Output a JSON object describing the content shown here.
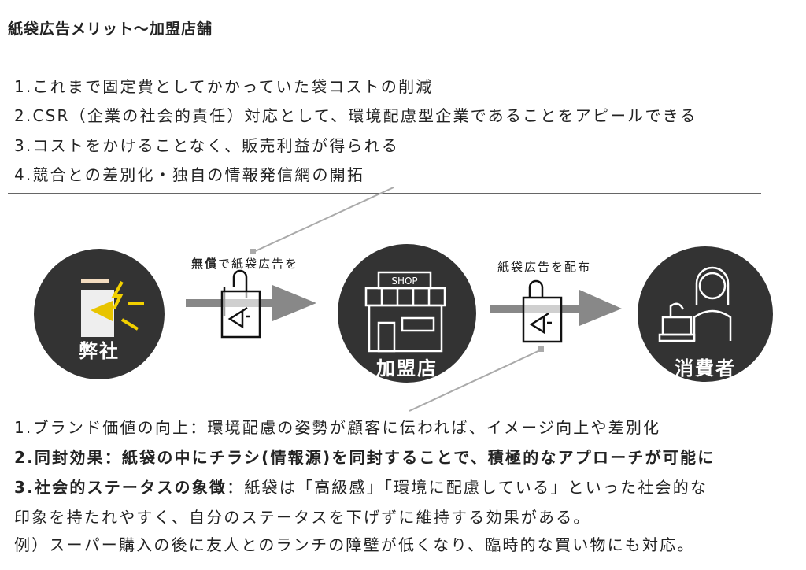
{
  "title": "紙袋広告メリット〜加盟店舗",
  "merits": [
    "1.これまで固定費としてかかっていた袋コストの削減",
    "2.CSR（企業の社会的責任）対応として、環境配慮型企業であることをアピールできる",
    "3.コストをかけることなく、販売利益が得られる",
    "4.競合との差別化・独自の情報発信網の開拓"
  ],
  "flow": {
    "nodes": [
      {
        "label": "弊社",
        "icon": "bag-megaphone-icon"
      },
      {
        "label": "加盟店",
        "icon": "shop-icon",
        "sign": "SHOP"
      },
      {
        "label": "消費者",
        "icon": "consumer-icon"
      }
    ],
    "arrow1": {
      "bold": "無償",
      "rest": "で紙袋広告を"
    },
    "arrow2": "紙袋広告を配布"
  },
  "benefits": {
    "b1": "1.ブランド価値の向上：環境配慮の姿勢が顧客に伝われば、イメージ向上や差別化",
    "b2": "2.同封効果：紙袋の中にチラシ(情報源)を同封することで、積極的なアプローチが可能に",
    "b3_head": "3.社会的ステータスの象徴",
    "b3_rest": "：紙袋は「高級感」「環境に配慮している」といった社会的な",
    "b3_cont": "印象を持たれやすく、自分のステータスを下げずに維持する効果がある。",
    "example": "例）スーパー購入の後に友人とのランチの障壁が低くなり、臨時的な買い物にも対応。"
  }
}
